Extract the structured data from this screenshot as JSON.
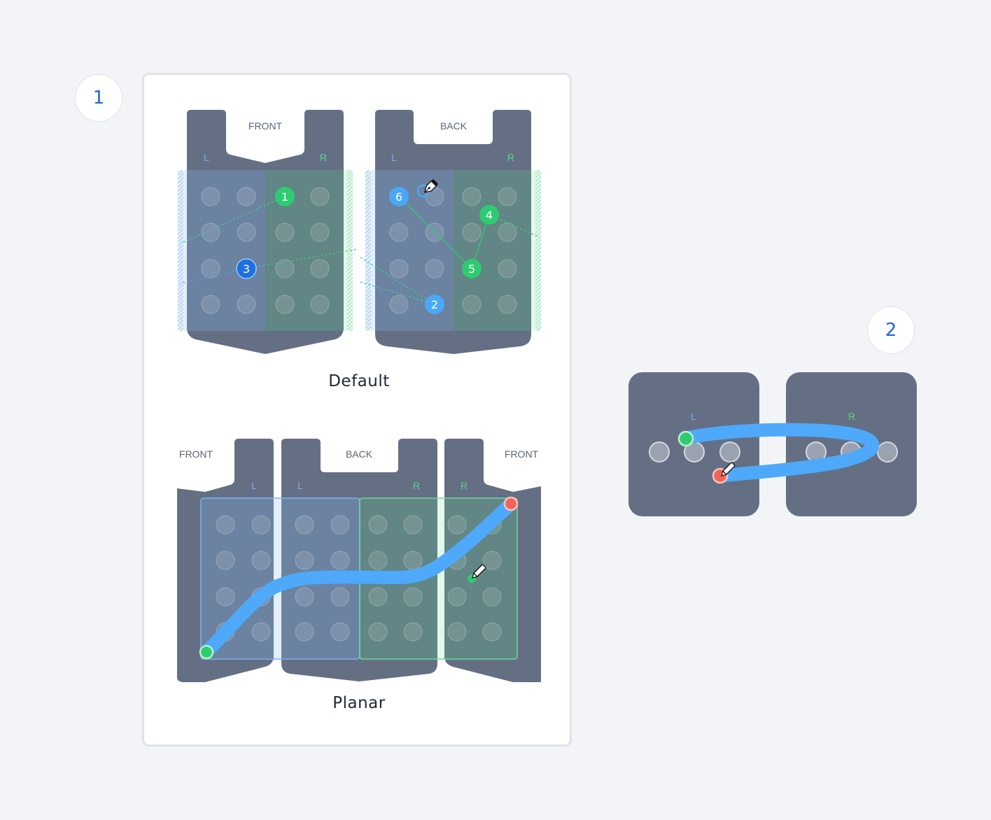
{
  "badges": [
    {
      "label": "1"
    },
    {
      "label": "2"
    }
  ],
  "panel1": {
    "default": {
      "caption": "Default",
      "front": {
        "title": "FRONT",
        "left_label": "L",
        "right_label": "R"
      },
      "back": {
        "title": "BACK",
        "left_label": "L",
        "right_label": "R"
      },
      "points": [
        {
          "label": "1",
          "color": "#2ecc71"
        },
        {
          "label": "2",
          "color": "#4aa8f5"
        },
        {
          "label": "3",
          "color": "#1f6fe0"
        },
        {
          "label": "4",
          "color": "#2ecc71"
        },
        {
          "label": "5",
          "color": "#2ecc71"
        },
        {
          "label": "6",
          "color": "#4aa8f5"
        }
      ]
    },
    "planar": {
      "caption": "Planar",
      "front_left_title": "FRONT",
      "back_title": "BACK",
      "front_right_title": "FRONT",
      "labels": [
        "L",
        "L",
        "R",
        "R"
      ]
    }
  },
  "panel2": {
    "left_label": "L",
    "right_label": "R"
  },
  "colors": {
    "body": "#656f84",
    "left_zone": "#6b82a1",
    "right_zone": "#628585",
    "left_accent": "#6fb0f5",
    "right_accent": "#57d68d",
    "stroke": "#4ea9fb",
    "start": "#2ecc71",
    "end": "#f0645a"
  }
}
